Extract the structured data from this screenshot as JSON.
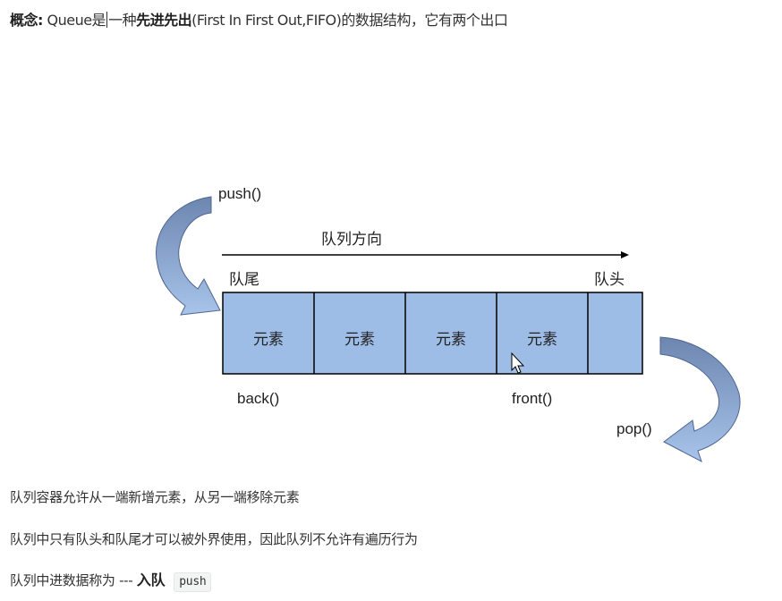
{
  "concept": {
    "label": "概念:",
    "before": " Queue是",
    "mid": "一种",
    "bold": "先进先出",
    "after": "(First In First Out,FIFO)的数据结构，它有两个出口"
  },
  "diagram": {
    "push_label": "push()",
    "direction_label": "队列方向",
    "tail_label": "队尾",
    "head_label": "队头",
    "cells": [
      "元素",
      "元素",
      "元素",
      "元素",
      ""
    ],
    "back_label": "back()",
    "front_label": "front()",
    "pop_label": "pop()",
    "colors": {
      "cell_fill": "#9dbce6",
      "arrow_fill": "#7f9bc7",
      "border": "#000000"
    }
  },
  "lines": {
    "line1": "队列容器允许从一端新增元素，从另一端移除元素",
    "line2": "队列中只有队头和队尾才可以被外界使用，因此队列不允许有遍历行为",
    "line3_prefix": "队列中进数据称为 --- ",
    "line3_bold": "入队",
    "line3_code": "push"
  }
}
